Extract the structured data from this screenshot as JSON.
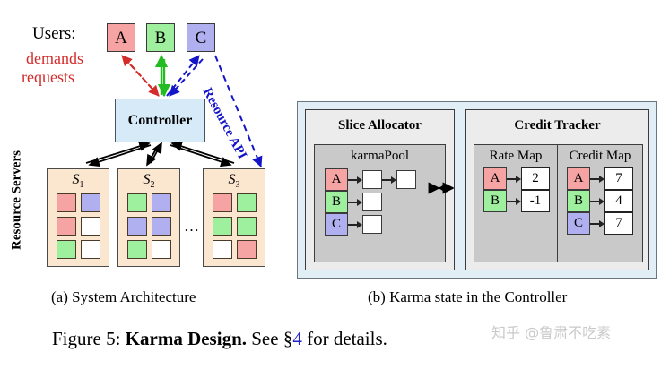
{
  "figure": {
    "caption_prefix": "Figure 5: ",
    "caption_bold": "Karma Design.",
    "caption_mid": " See §",
    "caption_ref": "4",
    "caption_suffix": " for details.",
    "watermark": "知乎 @鲁肃不吃素"
  },
  "panel_a": {
    "subcaption": "(a)  System Architecture",
    "users_label": "Users:",
    "demands_label": "demands",
    "requests_label": "requests",
    "users": [
      {
        "name": "A",
        "color": "#f5a3a3"
      },
      {
        "name": "B",
        "color": "#9ef09e"
      },
      {
        "name": "C",
        "color": "#b0aff0"
      }
    ],
    "controller_label": "Controller",
    "controller_color": "#d6eaf8",
    "resource_api_line1": "Resource",
    "resource_api_line2": "API",
    "resource_api_color": "#1414c8",
    "resource_servers_label": "Resource Servers",
    "servers_ellipsis": "…",
    "servers": [
      {
        "name": "S",
        "index": "1",
        "cells": [
          "#f5a3a3",
          "#b0aff0",
          "#f5a3a3",
          "#ffffff",
          "#9ef09e",
          "#ffffff"
        ]
      },
      {
        "name": "S",
        "index": "2",
        "cells": [
          "#9ef09e",
          "#b0aff0",
          "#b0aff0",
          "#b0aff0",
          "#9ef09e",
          "#ffffff"
        ]
      },
      {
        "name": "S",
        "index": "3",
        "cells": [
          "#f5a3a3",
          "#9ef09e",
          "#9ef09e",
          "#9ef09e",
          "#ffffff",
          "#f5a3a3"
        ]
      }
    ],
    "arrow_colors": {
      "demands_requests_a": "#d42b2b",
      "demands_requests_b": "#22bb22",
      "resource_api": "#1414c8",
      "servers": "#000000"
    }
  },
  "panel_b": {
    "subcaption": "(b)  Karma state in the Controller",
    "panel_bg": "#e2eef6",
    "slice_allocator": {
      "title": "Slice Allocator",
      "karma_pool": {
        "title": "karmaPool",
        "rows": [
          {
            "tag": "A",
            "color": "#f5a3a3",
            "slots": 2
          },
          {
            "tag": "B",
            "color": "#9ef09e",
            "slots": 1
          },
          {
            "tag": "C",
            "color": "#b0aff0",
            "slots": 1
          }
        ]
      }
    },
    "credit_tracker": {
      "title": "Credit Tracker",
      "rate_map": {
        "title": "Rate Map",
        "rows": [
          {
            "tag": "A",
            "color": "#f5a3a3",
            "value": "2"
          },
          {
            "tag": "B",
            "color": "#9ef09e",
            "value": "-1"
          }
        ]
      },
      "credit_map": {
        "title": "Credit Map",
        "rows": [
          {
            "tag": "A",
            "color": "#f5a3a3",
            "value": "7"
          },
          {
            "tag": "B",
            "color": "#9ef09e",
            "value": "4"
          },
          {
            "tag": "C",
            "color": "#b0aff0",
            "value": "7"
          }
        ]
      }
    },
    "inter_module_arrow": "↔"
  }
}
